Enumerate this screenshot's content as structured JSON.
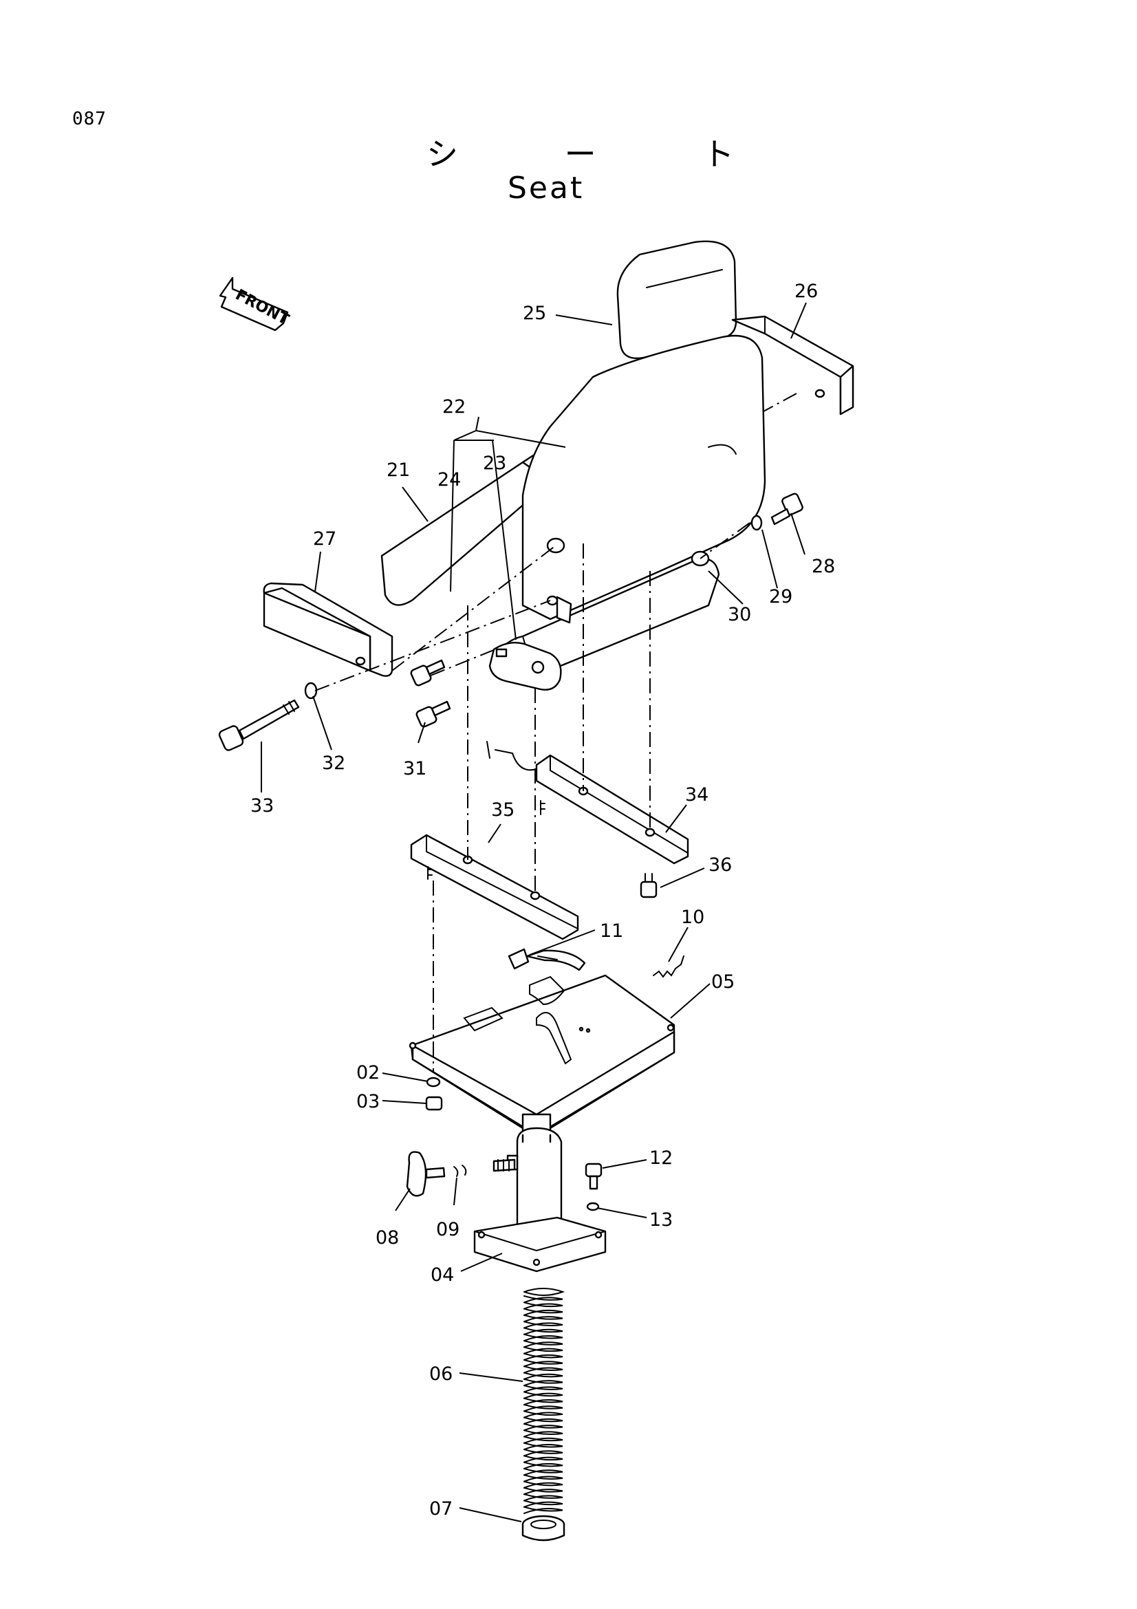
{
  "page_number": "087",
  "title_jp": "シ ー ト",
  "title_en": "Seat",
  "front_label": "FRONT",
  "parts": [
    {
      "id": "p25",
      "label": "25"
    },
    {
      "id": "p26",
      "label": "26"
    },
    {
      "id": "p22",
      "label": "22"
    },
    {
      "id": "p23",
      "label": "23"
    },
    {
      "id": "p24",
      "label": "24"
    },
    {
      "id": "p21",
      "label": "21"
    },
    {
      "id": "p27",
      "label": "27"
    },
    {
      "id": "p28",
      "label": "28"
    },
    {
      "id": "p29",
      "label": "29"
    },
    {
      "id": "p30",
      "label": "30"
    },
    {
      "id": "p32",
      "label": "32"
    },
    {
      "id": "p31",
      "label": "31"
    },
    {
      "id": "p33",
      "label": "33"
    },
    {
      "id": "p34",
      "label": "34"
    },
    {
      "id": "p35",
      "label": "35"
    },
    {
      "id": "p36",
      "label": "36"
    },
    {
      "id": "p11",
      "label": "11"
    },
    {
      "id": "p10",
      "label": "10"
    },
    {
      "id": "p05",
      "label": "05"
    },
    {
      "id": "p02",
      "label": "02"
    },
    {
      "id": "p03",
      "label": "03"
    },
    {
      "id": "p12",
      "label": "12"
    },
    {
      "id": "p13",
      "label": "13"
    },
    {
      "id": "p08",
      "label": "08"
    },
    {
      "id": "p09",
      "label": "09"
    },
    {
      "id": "p04",
      "label": "04"
    },
    {
      "id": "p06",
      "label": "06"
    },
    {
      "id": "p07",
      "label": "07"
    }
  ]
}
